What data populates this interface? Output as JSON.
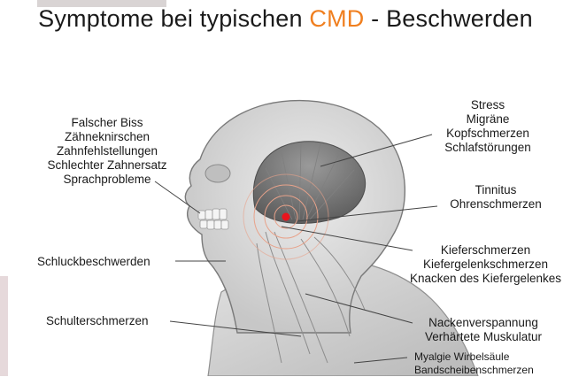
{
  "title": {
    "prefix": "Symptome bei typischen",
    "accent": "CMD",
    "suffix": "- Beschwerden",
    "accent_color": "#f07f1f"
  },
  "labels": {
    "bite": [
      "Falscher Biss",
      "Zähneknirschen",
      "Zahnfehlstellungen",
      "Schlechter Zahnersatz",
      "Sprachprobleme"
    ],
    "head": [
      "Stress",
      "Migräne",
      "Kopfschmerzen",
      "Schlafstörungen"
    ],
    "ear": [
      "Tinnitus",
      "Ohrenschmerzen"
    ],
    "swallow": [
      "Schluckbeschwerden"
    ],
    "jaw": [
      "Kieferschmerzen",
      "Kiefergelenkschmerzen",
      "Knacken des Kiefergelenkes"
    ],
    "shoulder": [
      "Schulterschmerzen"
    ],
    "neck": [
      "Nackenverspannung",
      "Verhärtete Muskulatur"
    ],
    "spine": [
      "Myalgie Wirbelsäule",
      "Bandscheibenschmerzen"
    ]
  },
  "colors": {
    "jaw_marker": "#e8141e",
    "pain_rings": "#e8a28a",
    "head_fill": "#dcdcdc",
    "leader_line": "#444444"
  }
}
